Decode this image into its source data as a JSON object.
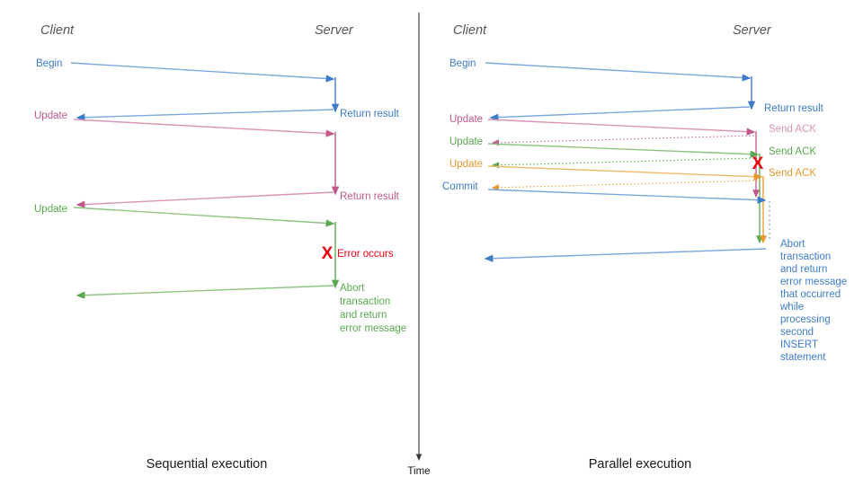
{
  "colors": {
    "blue_dark": "#3d7cc9",
    "blue_light": "#79a9dd",
    "pink": "#c2588c",
    "pink_light": "#d993b6",
    "green": "#5aa84f",
    "green_light": "#8cc47f",
    "orange": "#e8982e",
    "orange_light": "#f0b968",
    "red": "#e8000d",
    "axis": "#3a3a3a",
    "actor": "#555555",
    "caption": "#1a1a1a"
  },
  "time_axis": {
    "label": "Time"
  },
  "left_diagram": {
    "caption": "Sequential execution",
    "actors": {
      "client": "Client",
      "server": "Server"
    },
    "messages": [
      {
        "name": "begin",
        "label": "Begin",
        "color_key": "blue_dark"
      },
      {
        "name": "return-result-1",
        "label": "Return result",
        "color_key": "blue_dark"
      },
      {
        "name": "update-1",
        "label": "Update",
        "color_key": "pink"
      },
      {
        "name": "return-result-2",
        "label": "Return result",
        "color_key": "pink"
      },
      {
        "name": "update-2",
        "label": "Update",
        "color_key": "green"
      },
      {
        "name": "abort",
        "label": "Abort\ntransaction\nand return\nerror message",
        "color_key": "green"
      }
    ],
    "error": {
      "marker": "X",
      "label": "Error occurs"
    }
  },
  "right_diagram": {
    "caption": "Parallel execution",
    "actors": {
      "client": "Client",
      "server": "Server"
    },
    "messages": [
      {
        "name": "begin",
        "label": "Begin",
        "color_key": "blue_dark"
      },
      {
        "name": "return-result",
        "label": "Return result",
        "color_key": "blue_dark"
      },
      {
        "name": "update-1",
        "label": "Update",
        "color_key": "pink"
      },
      {
        "name": "send-ack-1",
        "label": "Send ACK",
        "color_key": "pink"
      },
      {
        "name": "update-2",
        "label": "Update",
        "color_key": "green"
      },
      {
        "name": "send-ack-2",
        "label": "Send ACK",
        "color_key": "green"
      },
      {
        "name": "update-3",
        "label": "Update",
        "color_key": "orange"
      },
      {
        "name": "send-ack-3",
        "label": "Send ACK",
        "color_key": "orange"
      },
      {
        "name": "commit",
        "label": "Commit",
        "color_key": "blue_dark"
      },
      {
        "name": "abort",
        "label": "Abort\ntransaction\nand return\nerror message\nthat occurred\nwhile\nprocessing\nsecond\nINSERT\nstatement",
        "color_key": "blue_dark"
      }
    ],
    "error": {
      "marker": "X"
    }
  }
}
